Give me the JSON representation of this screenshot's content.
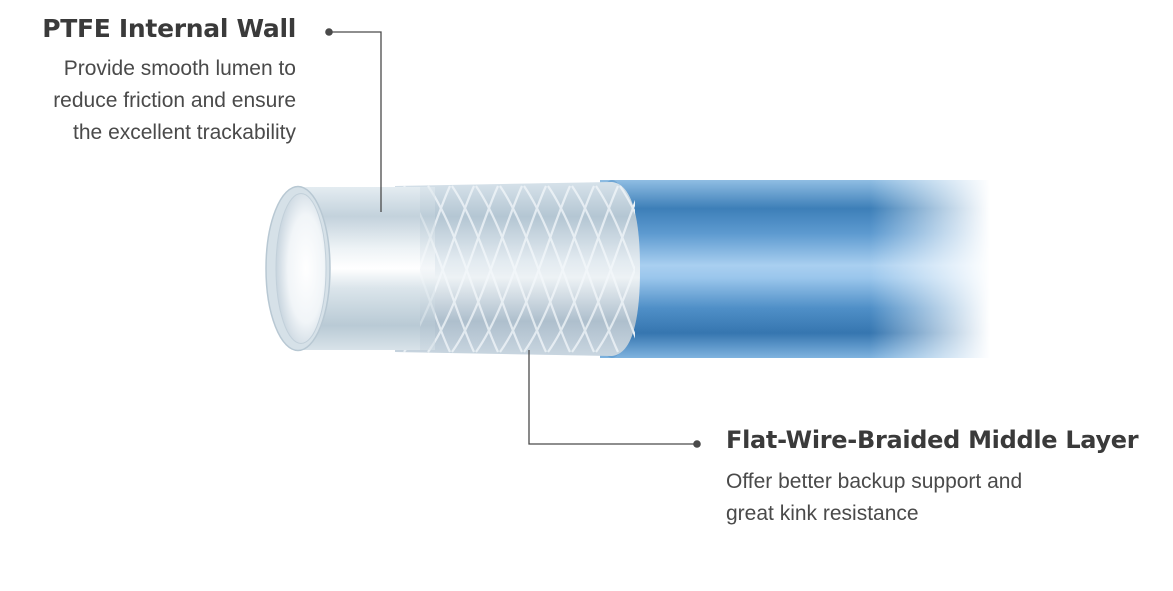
{
  "callouts": {
    "internal_wall": {
      "title": "PTFE Internal Wall",
      "description_lines": [
        "Provide smooth lumen to",
        "reduce friction and ensure",
        "the excellent trackability"
      ]
    },
    "middle_layer": {
      "title": "Flat-Wire-Braided Middle Layer",
      "description_lines": [
        "Offer better backup support and",
        "great kink resistance"
      ]
    }
  },
  "colors": {
    "text": "#3a3a3a",
    "leader_line": "#4a4a4a",
    "ptfe_liner": "#cfdde6",
    "outer_jacket": "#4a90c8",
    "braid_wire": "#f4f8fb"
  }
}
